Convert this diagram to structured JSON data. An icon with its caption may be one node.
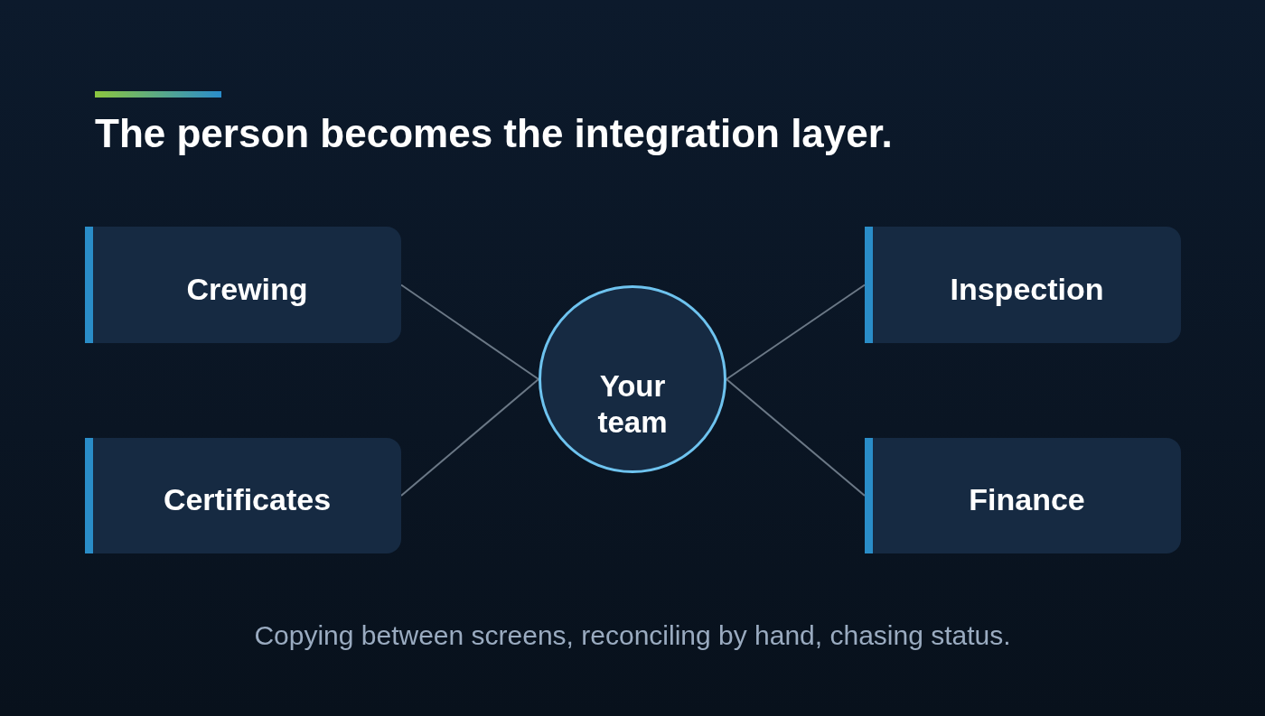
{
  "diagram": {
    "title": "The person becomes the integration layer.",
    "caption": "Copying between screens, reconciling by hand, chasing status.",
    "nodes": [
      {
        "text": [
          "Crewing"
        ]
      },
      {
        "text": [
          "Inspection"
        ]
      },
      {
        "text": [
          "Your team"
        ]
      },
      {
        "text": [
          "Certificates"
        ]
      },
      {
        "text": [
          "Finance"
        ]
      }
    ],
    "edges": [
      {
        "from": 0,
        "to": 2,
        "arrow": "none"
      },
      {
        "from": 3,
        "to": 2,
        "arrow": "none"
      },
      {
        "from": 1,
        "to": 2,
        "arrow": "none"
      },
      {
        "from": 4,
        "to": 2,
        "arrow": "none"
      }
    ]
  }
}
